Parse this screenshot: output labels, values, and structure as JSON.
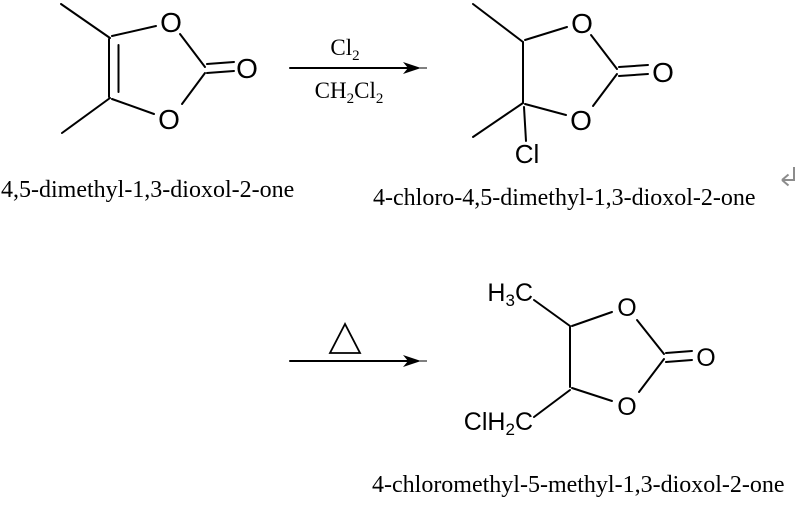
{
  "colors": {
    "ink": "#000000",
    "background": "#ffffff",
    "line_break_mark": "#8c8c8c"
  },
  "scheme": {
    "step1": {
      "reactant": {
        "name": "4,5-dimethyl-1,3-dioxol-2-one",
        "atoms": {
          "o_top": "O",
          "o_carbonyl": "O",
          "o_bottom": "O"
        }
      },
      "arrow": {
        "reagent_base": "Cl",
        "reagent_sub": "2",
        "solvent_p1": "CH",
        "solvent_s1": "2",
        "solvent_p2": "Cl",
        "solvent_s2": "2"
      },
      "product": {
        "name": "4-chloro-4,5-dimethyl-1,3-dioxol-2-one",
        "atoms": {
          "o_top": "O",
          "o_carbonyl": "O",
          "o_bottom": "O",
          "chloro": "Cl"
        }
      }
    },
    "step2": {
      "arrow": {
        "condition_icon": "heat-triangle"
      },
      "product": {
        "name": "4-chloromethyl-5-methyl-1,3-dioxol-2-one",
        "atoms": {
          "o_top": "O",
          "o_carbonyl": "O",
          "o_bottom": "O",
          "methyl_p1": "H",
          "methyl_s1": "3",
          "methyl_p2": "C",
          "chloromethyl_p1": "ClH",
          "chloromethyl_s1": "2",
          "chloromethyl_p2": "C"
        }
      }
    },
    "line_break_mark": "↵"
  }
}
